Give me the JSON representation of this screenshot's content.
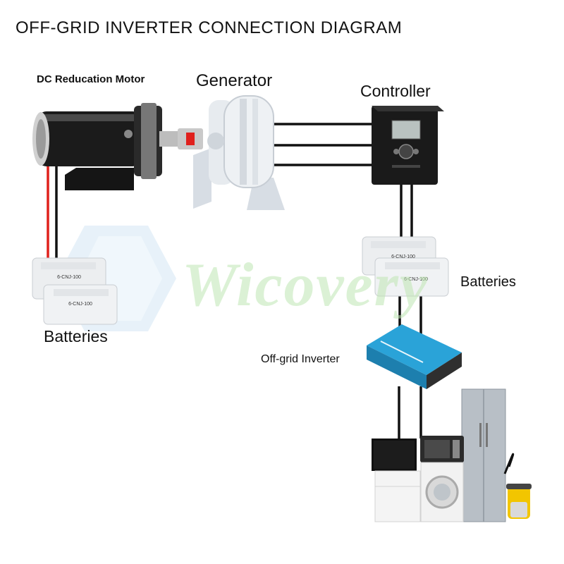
{
  "title": "OFF-GRID INVERTER CONNECTION DIAGRAM",
  "labels": {
    "motor": "DC Reducation Motor",
    "generator": "Generator",
    "controller": "Controller",
    "batteries_left": "Batteries",
    "batteries_right": "Batteries",
    "inverter": "Off-grid Inverter"
  },
  "watermark": "Wicovery",
  "battery_label": "6-CNJ-100",
  "colors": {
    "wire_black": "#111111",
    "wire_red": "#e0201c",
    "inverter_blue": "#2aa3d8",
    "watermark_green": "#bfe6b3"
  }
}
